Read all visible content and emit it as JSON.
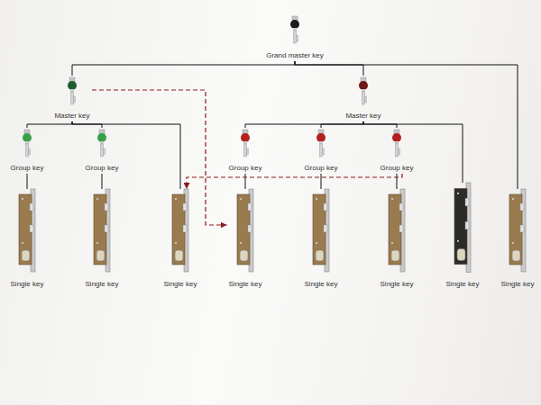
{
  "diagram": {
    "nodes": [
      {
        "text": [
          "Grand master key"
        ]
      },
      {
        "text": [
          "Master key"
        ]
      },
      {
        "text": [
          "Master key"
        ]
      },
      {
        "text": [
          "Group key"
        ]
      },
      {
        "text": [
          "Group key"
        ]
      },
      {
        "text": [
          "Group key"
        ]
      },
      {
        "text": [
          "Group key"
        ]
      },
      {
        "text": [
          "Group key"
        ]
      },
      {
        "text": [
          "Single key"
        ]
      },
      {
        "text": [
          "Single key"
        ]
      },
      {
        "text": [
          "Single key"
        ]
      },
      {
        "text": [
          "Single key"
        ]
      },
      {
        "text": [
          "Single key"
        ]
      },
      {
        "text": [
          "Single key"
        ]
      },
      {
        "text": [
          "Single key"
        ]
      },
      {
        "text": [
          "Single key"
        ]
      }
    ],
    "edges": [
      {
        "from": 0,
        "to": 1,
        "arrow": "none"
      },
      {
        "from": 0,
        "to": 2,
        "arrow": "none"
      },
      {
        "from": 0,
        "to": 15,
        "arrow": "none"
      },
      {
        "from": 1,
        "to": 3,
        "arrow": "none"
      },
      {
        "from": 1,
        "to": 4,
        "arrow": "none"
      },
      {
        "from": 1,
        "to": 10,
        "arrow": "none"
      },
      {
        "from": 2,
        "to": 5,
        "arrow": "none"
      },
      {
        "from": 2,
        "to": 6,
        "arrow": "none"
      },
      {
        "from": 2,
        "to": 7,
        "arrow": "none"
      },
      {
        "from": 2,
        "to": 14,
        "arrow": "none"
      },
      {
        "from": 3,
        "to": 8,
        "arrow": "none"
      },
      {
        "from": 4,
        "to": 9,
        "arrow": "none"
      },
      {
        "from": 5,
        "to": 11,
        "arrow": "none"
      },
      {
        "from": 6,
        "to": 12,
        "arrow": "none"
      },
      {
        "from": 7,
        "to": 13,
        "arrow": "none"
      },
      {
        "from": 1,
        "to": 11,
        "arrow": "to"
      },
      {
        "from": 7,
        "to": 10,
        "arrow": "to"
      }
    ]
  }
}
